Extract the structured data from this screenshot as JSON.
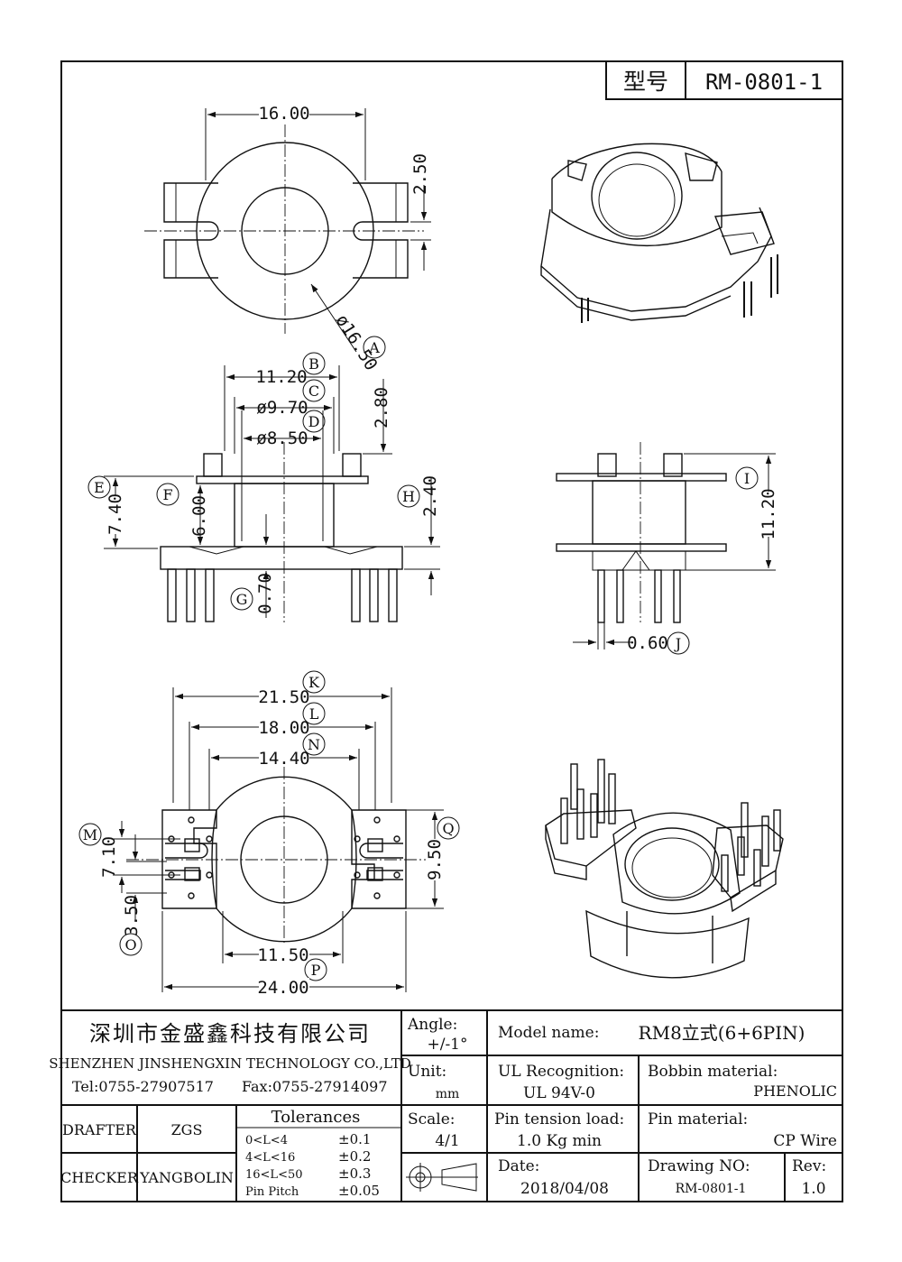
{
  "header": {
    "model_label": "型号",
    "model_value": "RM-0801-1"
  },
  "top_view": {
    "dim_width": "16.00",
    "dim_slot": "2.50",
    "dim_diameter": "ø16.50",
    "callout_a": "A"
  },
  "front_view": {
    "dim_b": "11.20",
    "dim_c": "ø9.70",
    "dim_d": "ø8.50",
    "dim_flange": "2.80",
    "dim_e": "7.40",
    "dim_f": "6.00",
    "dim_g": "0.70",
    "dim_h": "2.40",
    "callouts": {
      "b": "B",
      "c": "C",
      "d": "D",
      "e": "E",
      "f": "F",
      "g": "G",
      "h": "H"
    }
  },
  "side_view": {
    "dim_i": "11.20",
    "dim_j": "0.60",
    "callouts": {
      "i": "I",
      "j": "J"
    }
  },
  "bottom_view": {
    "dim_k": "21.50",
    "dim_l": "18.00",
    "dim_n": "14.40",
    "dim_m": "7.10",
    "dim_q": "9.50",
    "dim_o": "3.50",
    "dim_p": "11.50",
    "dim_total": "24.00",
    "callouts": {
      "k": "K",
      "l": "L",
      "m": "M",
      "n": "N",
      "o": "O",
      "p": "P",
      "q": "Q"
    }
  },
  "title_block": {
    "company_cn": "深圳市金盛鑫科技有限公司",
    "company_en": "SHENZHEN JINSHENGXIN TECHNOLOGY CO.,LTD",
    "tel": "Tel:0755-27907517",
    "fax": "Fax:0755-27914097",
    "drafter_label": "DRAFTER",
    "drafter_value": "ZGS",
    "checker_label": "CHECKER",
    "checker_value": "YANGBOLIN",
    "tolerances_title": "Tolerances",
    "tolerances": [
      {
        "range": "0<L<4",
        "value": "±0.1"
      },
      {
        "range": "4<L<16",
        "value": "±0.2"
      },
      {
        "range": "16<L<50",
        "value": "±0.3"
      },
      {
        "range": "Pin Pitch",
        "value": "±0.05"
      }
    ],
    "angle_label": "Angle:",
    "angle_value": "+/-1°",
    "unit_label": "Unit:",
    "unit_value": "mm",
    "scale_label": "Scale:",
    "scale_value": "4/1",
    "model_name_label": "Model name:",
    "model_name_value": "RM8立式(6+6PIN)",
    "ul_label": "UL Recognition:",
    "ul_value": "UL 94V-0",
    "bobbin_label": "Bobbin material:",
    "bobbin_value": "PHENOLIC",
    "pin_tension_label": "Pin tension load:",
    "pin_tension_value": "1.0 Kg min",
    "pin_material_label": "Pin material:",
    "pin_material_value": "CP Wire",
    "date_label": "Date:",
    "date_value": "2018/04/08",
    "drawing_no_label": "Drawing NO:",
    "drawing_no_value": "RM-0801-1",
    "rev_label": "Rev:",
    "rev_value": "1.0"
  }
}
